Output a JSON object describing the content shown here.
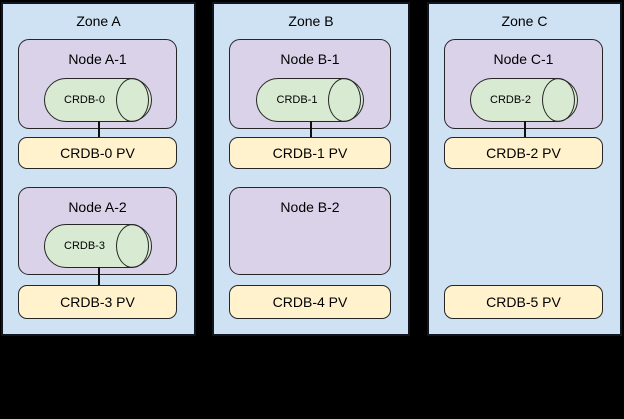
{
  "diagram": {
    "description": "CockroachDB pods and persistent volumes across availability zones"
  },
  "colors": {
    "background": "#000000",
    "zone_fill": "#cfe2f3",
    "node_fill": "#d9d2e9",
    "pod_cylinder_fill": "#d9ead3",
    "pv_fill": "#fff2cc",
    "border": "#262626"
  },
  "zones": [
    {
      "title": "Zone A",
      "rows": [
        {
          "node_label": "Node A-1",
          "pod_label": "CRDB-0",
          "pv_label": "CRDB-0 PV"
        },
        {
          "node_label": "Node A-2",
          "pod_label": "CRDB-3",
          "pv_label": "CRDB-3 PV"
        }
      ]
    },
    {
      "title": "Zone B",
      "rows": [
        {
          "node_label": "Node B-1",
          "pod_label": "CRDB-1",
          "pv_label": "CRDB-1 PV"
        },
        {
          "node_label": "Node B-2",
          "pv_label": "CRDB-4 PV"
        }
      ]
    },
    {
      "title": "Zone C",
      "rows": [
        {
          "node_label": "Node C-1",
          "pod_label": "CRDB-2",
          "pv_label": "CRDB-2 PV"
        },
        {
          "pv_label": "CRDB-5 PV"
        }
      ]
    }
  ]
}
